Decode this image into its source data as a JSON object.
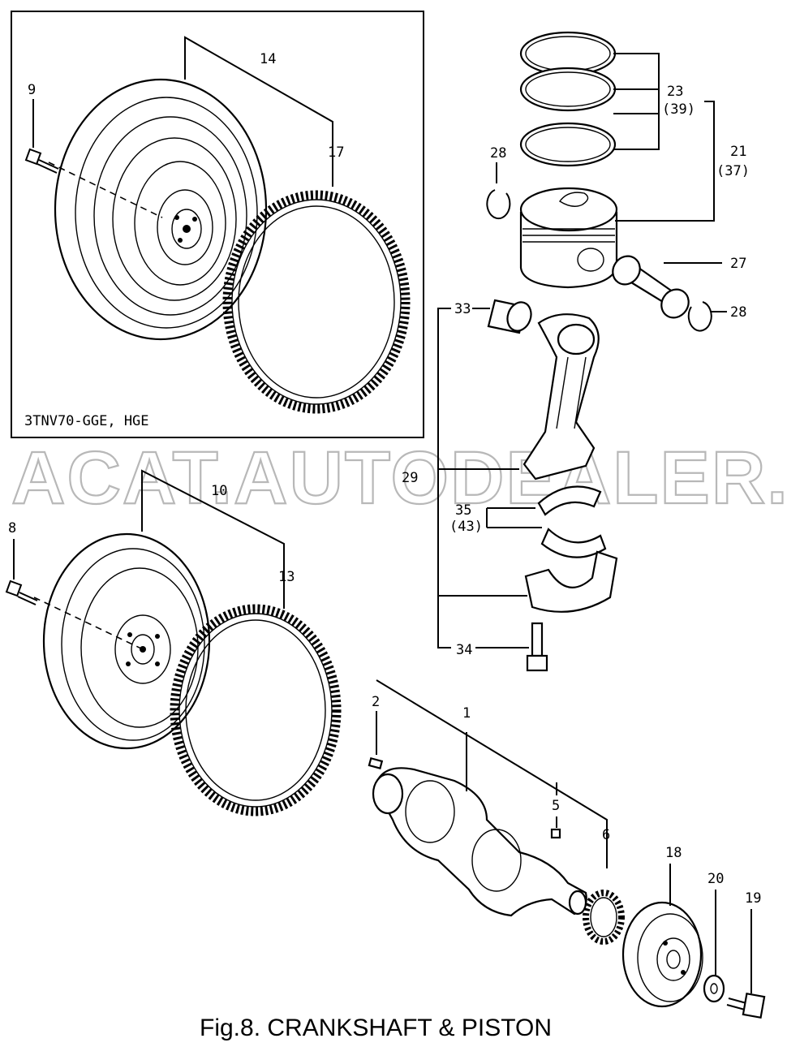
{
  "figure": {
    "caption": "Fig.8.  CRANKSHAFT & PISTON",
    "watermark": "ACAT.AUTODEALER.RU",
    "inset_label": "3TNV70-GGE, HGE"
  },
  "callouts": {
    "p1": "1",
    "p2": "2",
    "p5": "5",
    "p6": "6",
    "p8": "8",
    "p9": "9",
    "p10": "10",
    "p13": "13",
    "p14": "14",
    "p17": "17",
    "p18": "18",
    "p19": "19",
    "p20": "20",
    "p21": "21",
    "p21_alt": "(37)",
    "p23": "23",
    "p23_alt": "(39)",
    "p27": "27",
    "p28a": "28",
    "p28b": "28",
    "p29": "29",
    "p33": "33",
    "p34": "34",
    "p35": "35",
    "p35_alt": "(43)"
  }
}
